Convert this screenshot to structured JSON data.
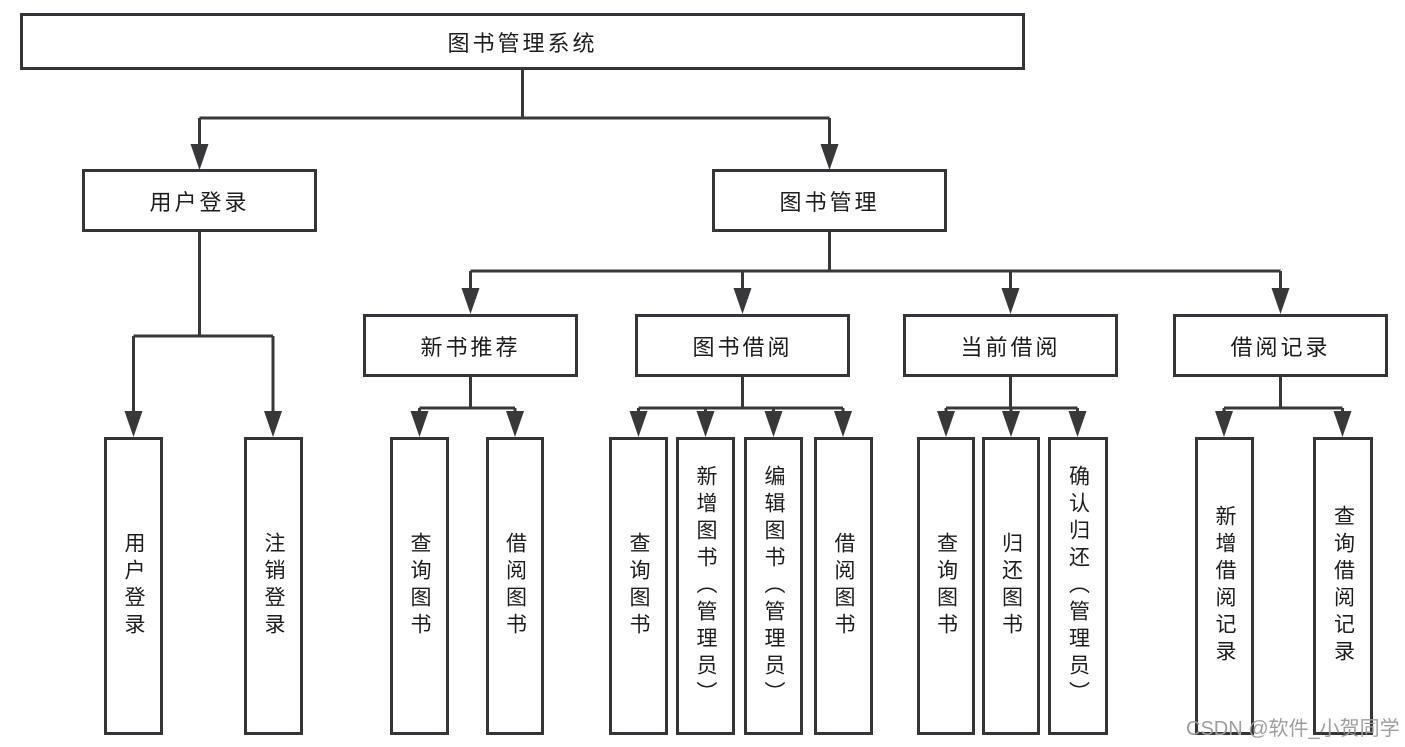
{
  "colors": {
    "line": "#38383a",
    "box-border": "#343538",
    "text": "#1d1d1f",
    "watermark": "#9e9e9e"
  },
  "diagram": {
    "root": {
      "label": "图书管理系统"
    },
    "branches": [
      {
        "label": "用户登录",
        "children": [
          {
            "label": "用户登录"
          },
          {
            "label": "注销登录"
          }
        ]
      },
      {
        "label": "图书管理",
        "children": [
          {
            "label": "新书推荐",
            "children": [
              {
                "label": "查询图书"
              },
              {
                "label": "借阅图书"
              }
            ]
          },
          {
            "label": "图书借阅",
            "children": [
              {
                "label": "查询图书"
              },
              {
                "label": "新增图书（管理员）"
              },
              {
                "label": "编辑图书（管理员）"
              },
              {
                "label": "借阅图书"
              }
            ]
          },
          {
            "label": "当前借阅",
            "children": [
              {
                "label": "查询图书"
              },
              {
                "label": "归还图书"
              },
              {
                "label": "确认归还（管理员）"
              }
            ]
          },
          {
            "label": "借阅记录",
            "children": [
              {
                "label": "新增借阅记录"
              },
              {
                "label": "查询借阅记录"
              }
            ]
          }
        ]
      }
    ]
  },
  "watermark": {
    "text": "CSDN @软件_小贺同学"
  }
}
